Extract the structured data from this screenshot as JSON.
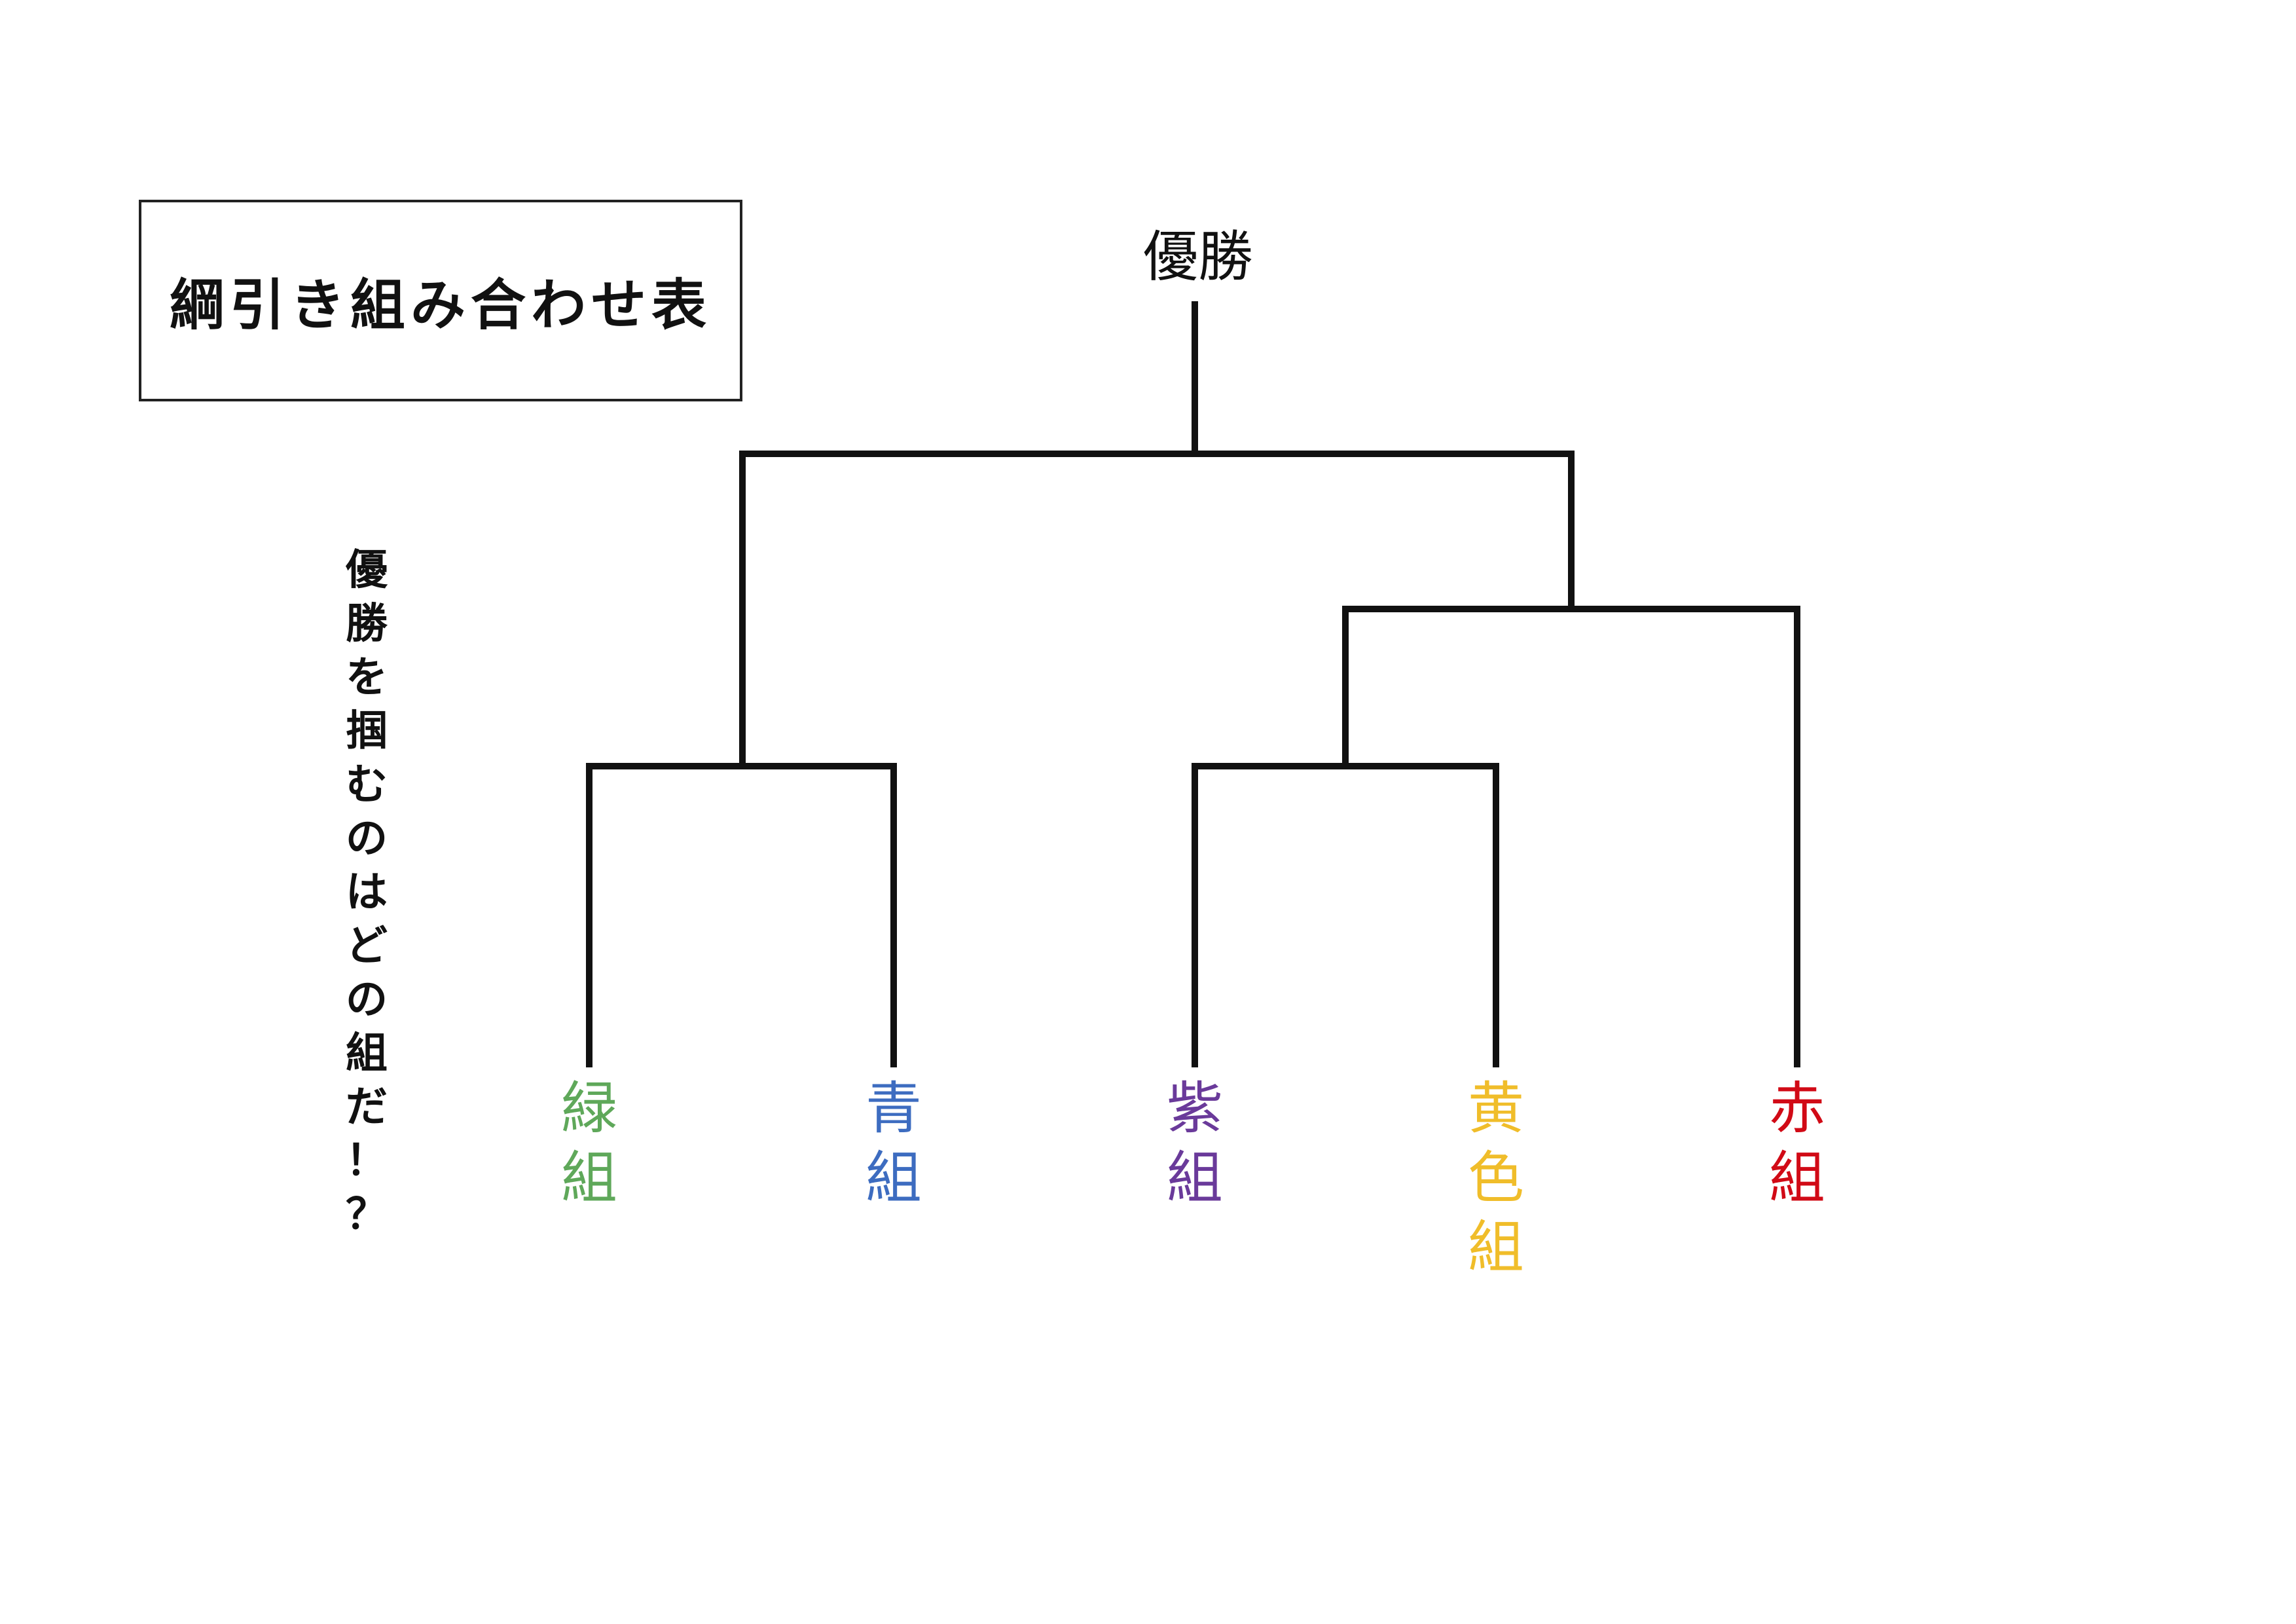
{
  "title": "綱引き組み合わせ表",
  "slogan": "優勝を掴むのはどの組だ！？",
  "winner_label": "優勝",
  "teams": [
    {
      "name": "緑組",
      "color": "#5fa85a"
    },
    {
      "name": "青組",
      "color": "#3d6cc0"
    },
    {
      "name": "紫組",
      "color": "#6a3a9a"
    },
    {
      "name": "黄色組",
      "color": "#f0bd2a"
    },
    {
      "name": "赤組",
      "color": "#d10a16"
    }
  ],
  "line_color": "#111111"
}
